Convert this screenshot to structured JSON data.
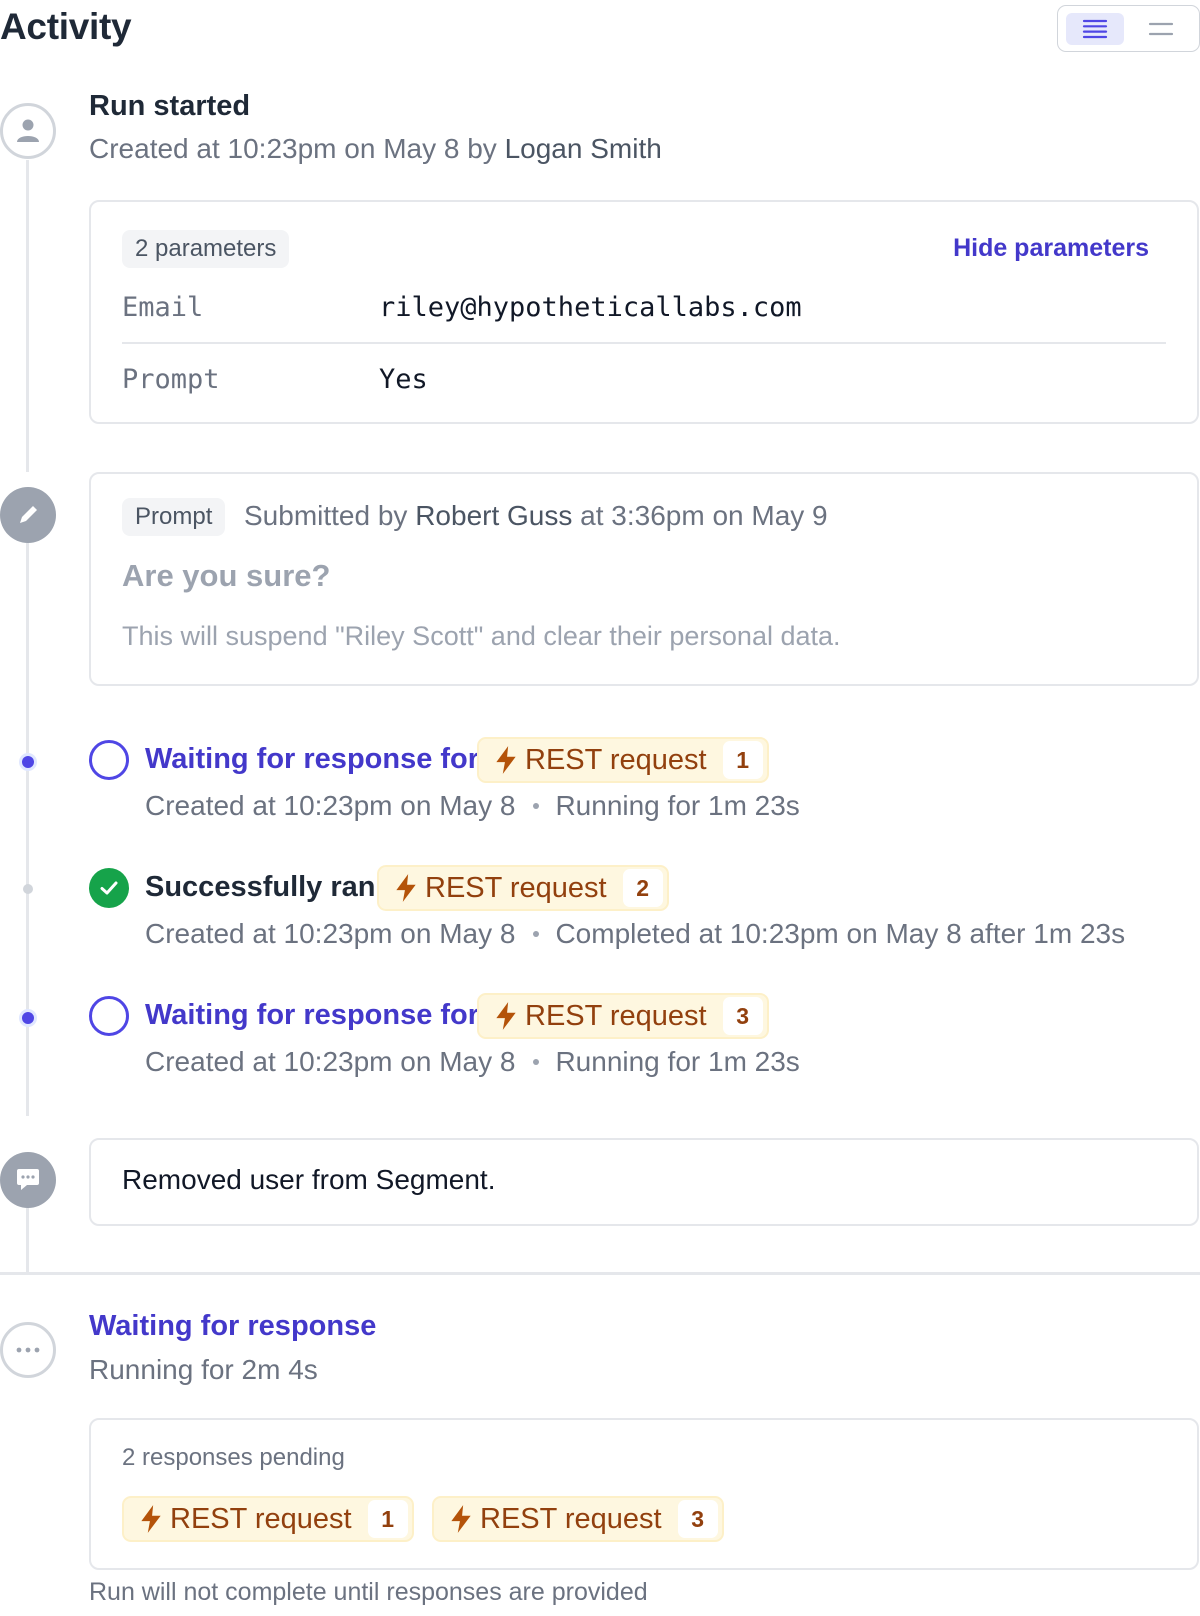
{
  "header": {
    "title": "Activity",
    "view_toggle": {
      "options": [
        "list-view",
        "compact-view"
      ],
      "selected": "list-view"
    }
  },
  "run_started": {
    "title": "Run started",
    "created_prefix": "Created at 10:23pm on May 8 by",
    "created_by": "Logan Smith",
    "params_badge": "2 parameters",
    "hide_link": "Hide parameters",
    "params": [
      {
        "key": "Email",
        "value": "riley@hypotheticallabs.com"
      },
      {
        "key": "Prompt",
        "value": "Yes"
      }
    ]
  },
  "prompt_event": {
    "tag": "Prompt",
    "submitted_prefix": "Submitted by",
    "submitted_by": "Robert Guss",
    "submitted_suffix": "at 3:36pm on May 9",
    "title": "Are you sure?",
    "body": "This will suspend \"Riley Scott\" and clear their personal data."
  },
  "steps": [
    {
      "status": "waiting",
      "label": "Waiting for response for",
      "chip": "REST request",
      "num": "1",
      "created": "Created at 10:23pm on May 8",
      "detail": "Running for 1m 23s"
    },
    {
      "status": "success",
      "label": "Successfully ran",
      "chip": "REST request",
      "num": "2",
      "created": "Created at 10:23pm on May 8",
      "detail": "Completed at 10:23pm on May 8 after 1m 23s"
    },
    {
      "status": "waiting",
      "label": "Waiting for response for",
      "chip": "REST request",
      "num": "3",
      "created": "Created at 10:23pm on May 8",
      "detail": "Running for 1m 23s"
    }
  ],
  "comment": {
    "text": "Removed user from Segment."
  },
  "waiting": {
    "title": "Waiting for response",
    "subtitle": "Running for 2m 4s",
    "pending_label": "2 responses pending",
    "chips": [
      {
        "label": "REST request",
        "num": "1"
      },
      {
        "label": "REST request",
        "num": "3"
      }
    ],
    "footer": "Run will not complete until responses are provided"
  },
  "colors": {
    "accent": "#4338ca",
    "success": "#16a34a",
    "chip_bg": "#fef7e0",
    "chip_text": "#92400e",
    "muted": "#6b7280",
    "border": "#e5e7eb"
  }
}
